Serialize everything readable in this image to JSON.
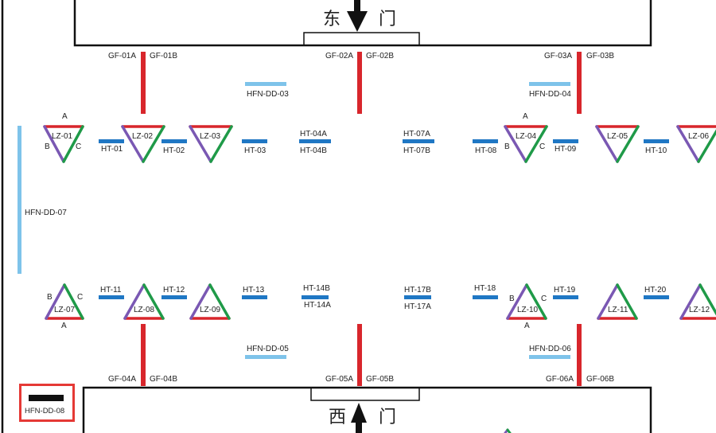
{
  "gates": {
    "east": [
      "东",
      "门"
    ],
    "west": [
      "西",
      "门"
    ]
  },
  "colors": {
    "red": "#d8262c",
    "blue": "#1f77c4",
    "lightblue": "#7ec3ea",
    "green": "#1f9a48",
    "purple": "#7a58b3",
    "black": "#111111",
    "highlight": "#e53935"
  },
  "gf_labels": [
    "GF-01A",
    "GF-01B",
    "GF-02A",
    "GF-02B",
    "GF-03A",
    "GF-03B",
    "GF-04A",
    "GF-04B",
    "GF-05A",
    "GF-05B",
    "GF-06A",
    "GF-06B"
  ],
  "hfn_labels": [
    "HFN-DD-03",
    "HFN-DD-04",
    "HFN-DD-05",
    "HFN-DD-06",
    "HFN-DD-07",
    "HFN-DD-08"
  ],
  "lz_top": [
    "LZ-01",
    "LZ-02",
    "LZ-03",
    "LZ-04",
    "LZ-05",
    "LZ-06"
  ],
  "lz_bottom": [
    "LZ-07",
    "LZ-08",
    "LZ-09",
    "LZ-10",
    "LZ-11",
    "LZ-12"
  ],
  "ht_top": [
    "HT-01",
    "HT-02",
    "HT-03",
    "HT-04A",
    "HT-04B",
    "HT-07A",
    "HT-07B",
    "HT-08",
    "HT-09",
    "HT-10"
  ],
  "ht_bottom": [
    "HT-11",
    "HT-12",
    "HT-13",
    "HT-14B",
    "HT-14A",
    "HT-17B",
    "HT-17A",
    "HT-18",
    "HT-19",
    "HT-20"
  ],
  "corner_letters": {
    "a": "A",
    "b": "B",
    "c": "C"
  }
}
